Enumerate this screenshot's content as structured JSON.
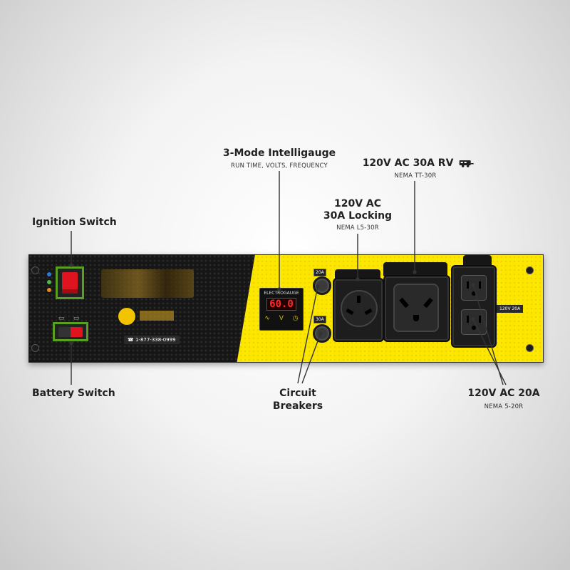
{
  "labels": {
    "intelligauge": {
      "title": "3-Mode Intelligauge",
      "sub": "RUN TIME, VOLTS, FREQUENCY"
    },
    "rv": {
      "title": "120V AC 30A RV",
      "sub": "NEMA TT-30R"
    },
    "locking": {
      "title_line1": "120V AC",
      "title_line2": "30A Locking",
      "sub": "NEMA L5-30R"
    },
    "ignition": {
      "title": "Ignition Switch"
    },
    "battery": {
      "title": "Battery Switch"
    },
    "breakers": {
      "title_line1": "Circuit",
      "title_line2": "Breakers"
    },
    "outlet20": {
      "title": "120V AC 20A",
      "sub": "NEMA 5-20R"
    }
  },
  "panel": {
    "phone": "1-877-338-0999",
    "gauge_brand": "ELECTROGAUGE",
    "gauge_display": "60.0",
    "breaker_top": "20A",
    "breaker_bottom": "30A",
    "duplex_tag": "120V 20A"
  },
  "colors": {
    "panel_yellow": "#fde600",
    "switch_green": "#5aa020",
    "ignition_red": "#e0141e",
    "display_red": "#ff2a2a"
  }
}
